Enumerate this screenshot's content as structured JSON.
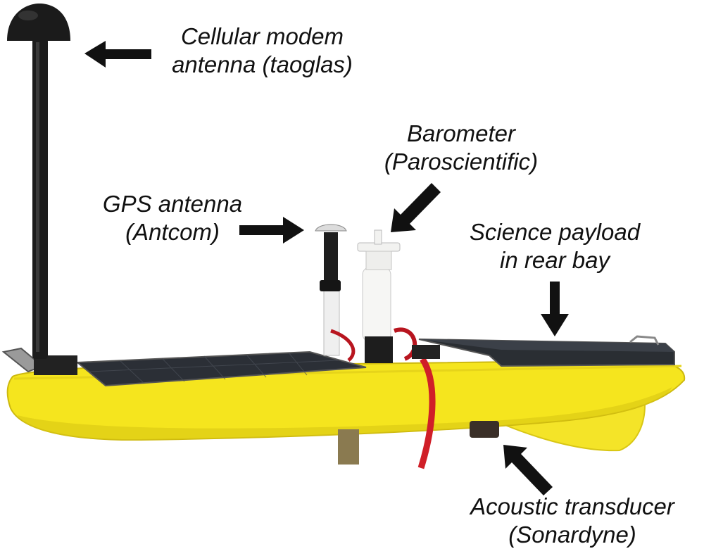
{
  "colors": {
    "hull": "#f2e21a",
    "hull_shadow": "#c9b60e",
    "solar_panel": "#2b2f36",
    "mast": "#1a1a1a",
    "strap": "#d4202a",
    "barometer": "#f4f4f2",
    "arrow": "#111111",
    "background": "#ffffff"
  },
  "annotations": {
    "cellular": {
      "line1": "Cellular modem",
      "line2": "antenna (taoglas)"
    },
    "barometer": {
      "line1": "Barometer",
      "line2": "(Paroscientific)"
    },
    "gps": {
      "line1": "GPS antenna",
      "line2": "(Antcom)"
    },
    "science": {
      "line1": "Science payload",
      "line2": "in rear bay"
    },
    "acoustic": {
      "line1": "Acoustic transducer",
      "line2": "(Sonardyne)"
    }
  },
  "icons": [
    "arrow-icon"
  ]
}
